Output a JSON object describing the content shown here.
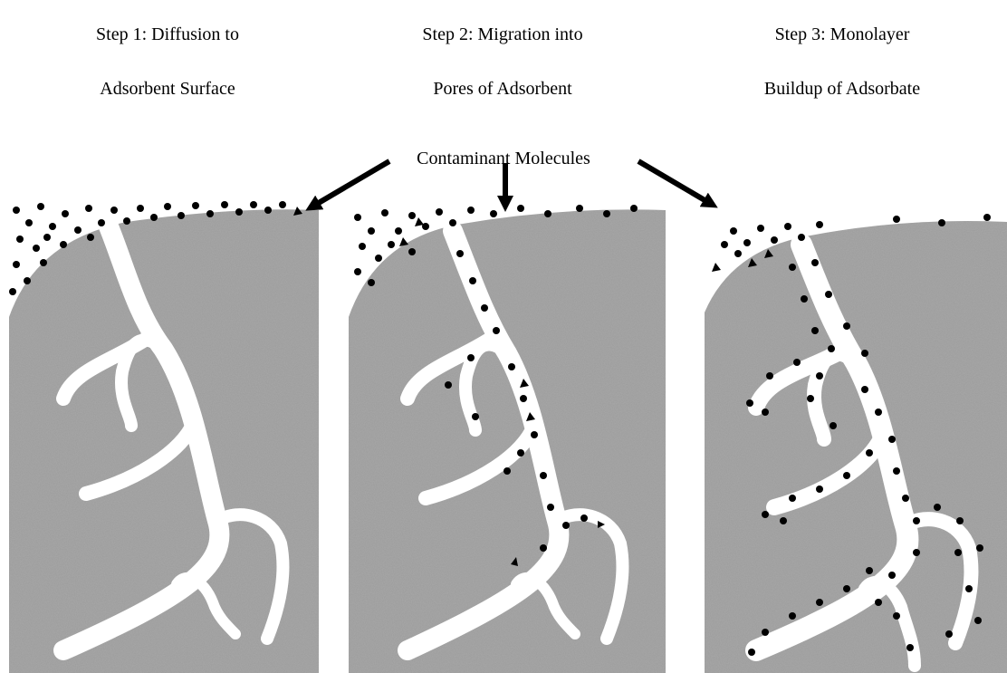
{
  "steps": [
    {
      "line1": "Step 1: Diffusion to",
      "line2": "Adsorbent Surface"
    },
    {
      "line1": "Step 2: Migration into",
      "line2": "Pores of Adsorbent"
    },
    {
      "line1": "Step 3: Monolayer",
      "line2": "Buildup of Adsorbate"
    }
  ],
  "arrow_label": "Contaminant Molecules",
  "colors": {
    "adsorbent": "#9c9c9c",
    "pore": "#ffffff",
    "molecule": "#000000"
  }
}
